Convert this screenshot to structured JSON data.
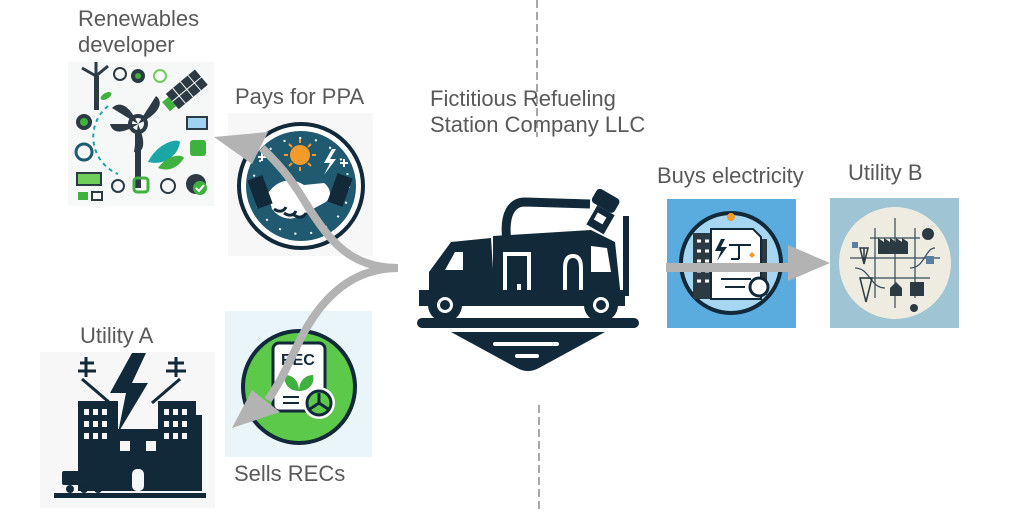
{
  "title": "Fictitious Refueling Station Company LLC",
  "labels": {
    "renewables": [
      "Renewables",
      "developer"
    ],
    "company": [
      "Fictitious Refueling",
      "Station Company LLC"
    ],
    "pays_ppa": "Pays for PPA",
    "buys_electricity": "Buys electricity",
    "utility_b": "Utility B",
    "utility_a": "Utility A",
    "sells_recs": "Sells RECs",
    "rec_badge": "REC"
  },
  "colors": {
    "arrow": "#b3b3b3",
    "navy": "#12293a",
    "teal": "#1f5a70",
    "green": "#3fb13f",
    "light_green": "#6fcf5a",
    "orange": "#f39a2b",
    "sky": "#5aacdf",
    "pale_blue": "#9fc4d4",
    "text": "#595959",
    "divider": "#8a8a8a"
  },
  "icons": {
    "renewables": "renewables-collage-icon",
    "ppa": "handshake-sun-icon",
    "truck": "fuel-truck-icon",
    "electricity": "electricity-contract-icon",
    "utility_b": "grid-network-icon",
    "utility_a": "power-building-icon",
    "recs": "rec-certificate-icon"
  }
}
